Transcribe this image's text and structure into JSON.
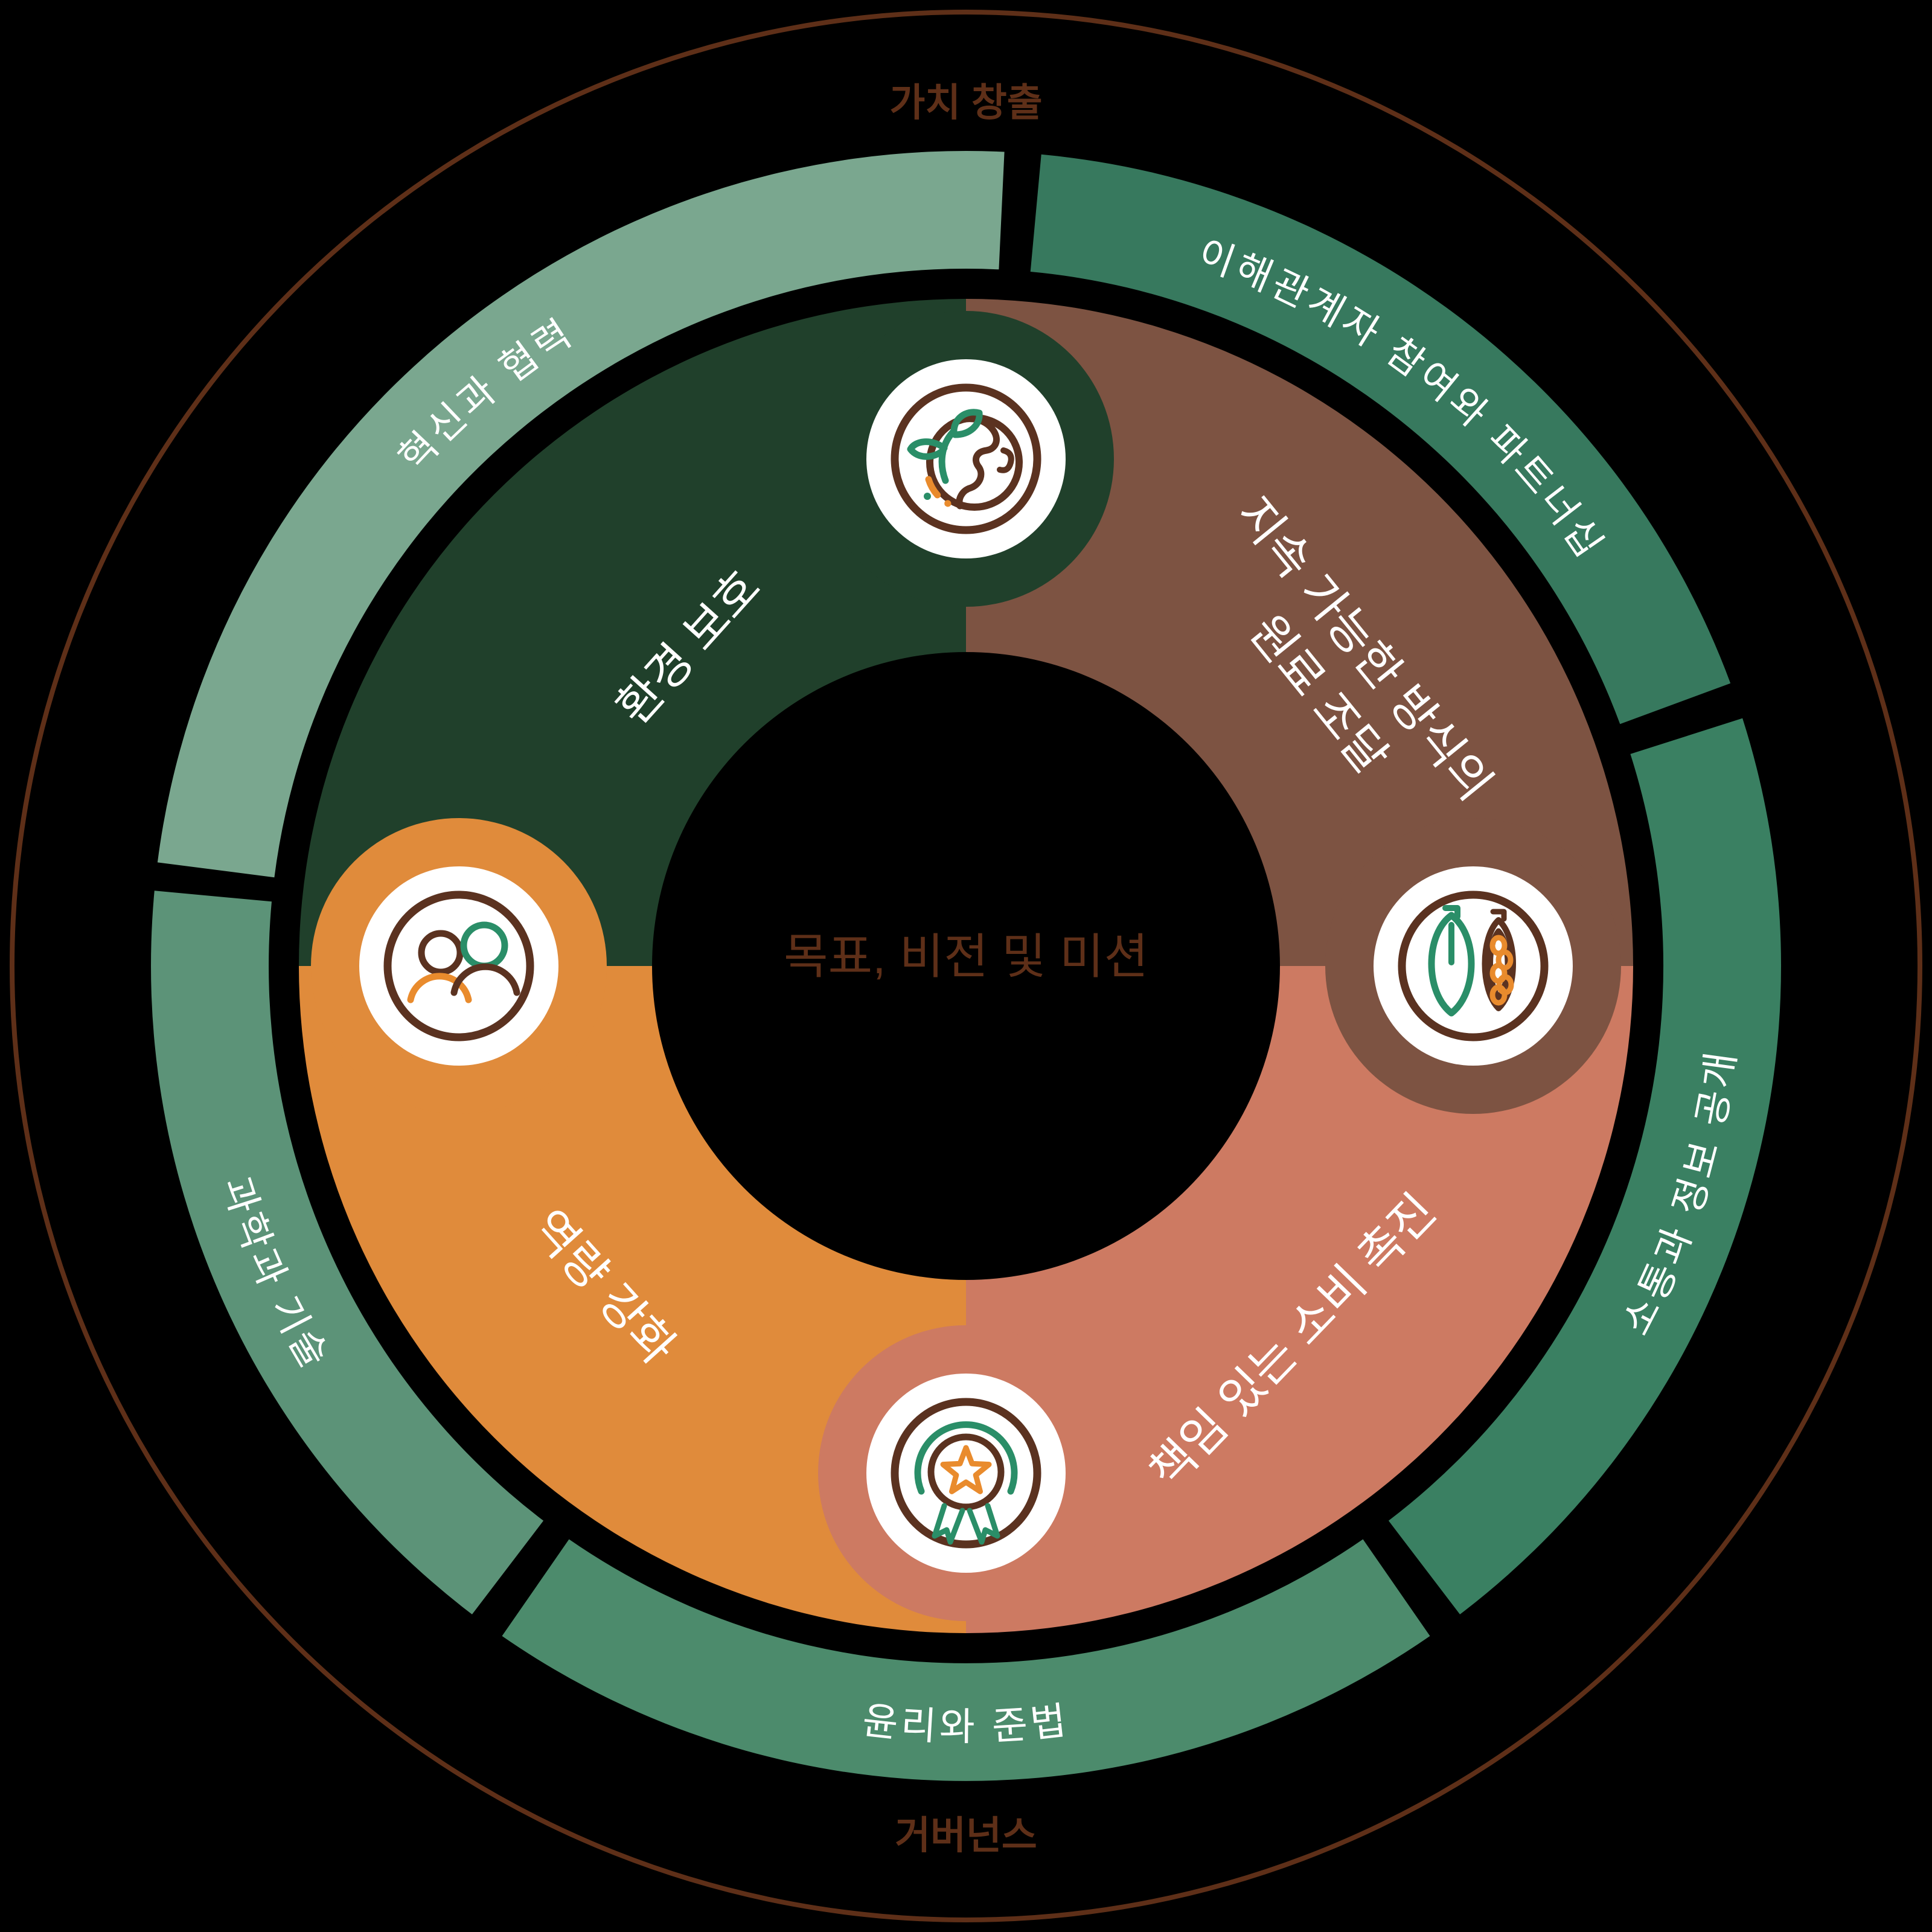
{
  "palette": {
    "background": "#000000",
    "brown_text": "#5e2f18",
    "label_white": "#ffffff",
    "icon_bg": "#ffffff",
    "icon_brown": "#5b3220",
    "icon_green": "#2a8e68",
    "icon_orange": "#e98b2d"
  },
  "outer_ring": {
    "top_label": "가치 창출",
    "bottom_label": "거버넌스"
  },
  "middle_ring": {
    "segments": [
      {
        "id": "innovation",
        "label": "혁신과 협력",
        "color": "#7aa78f"
      },
      {
        "id": "stakeholder",
        "label": "이해관계자 참여와 파트너십",
        "color": "#37795e"
      },
      {
        "id": "communication",
        "label": "소통과 정보 공개",
        "color": "#3a8062"
      },
      {
        "id": "ethics",
        "label": "윤리와 준법",
        "color": "#4c8b6c"
      },
      {
        "id": "science",
        "label": "과학과 기술",
        "color": "#5c9378"
      }
    ]
  },
  "inner_ring": {
    "segments": [
      {
        "id": "environment",
        "label": "환경 보호",
        "color": "#20402b",
        "icon": "earth-sprout-icon"
      },
      {
        "id": "sourcing",
        "label_line1": "지속 가능한 방식의",
        "label_line2": "원료 조달",
        "color": "#7d5342",
        "icon": "cacao-pod-icon"
      },
      {
        "id": "consumption",
        "label": "책임 있는 소비 촉진",
        "color": "#cd7a62",
        "icon": "award-ribbon-icon"
      },
      {
        "id": "capacity",
        "label": "역량 강화",
        "color": "#e08b3b",
        "icon": "people-icon"
      }
    ]
  },
  "center": {
    "label": "목표, 비전 및 미션"
  }
}
